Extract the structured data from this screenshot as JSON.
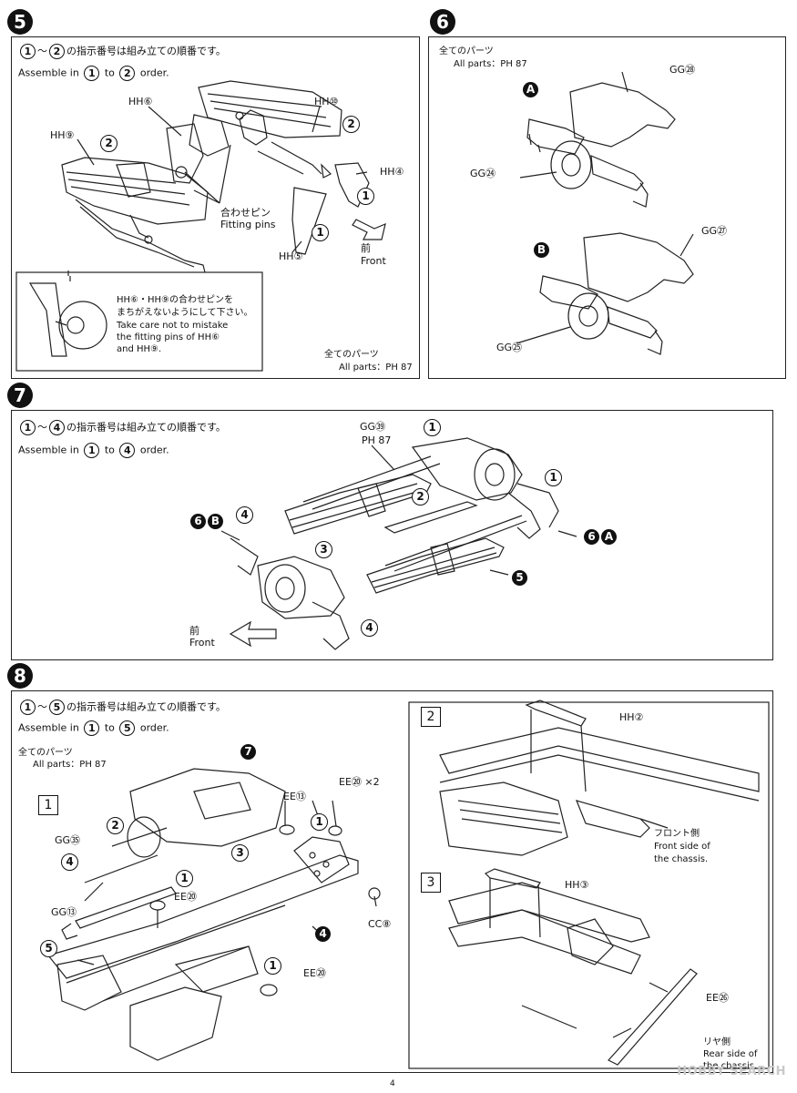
{
  "step5": {
    "number": "5",
    "order_jp": "の指示番号は組み立ての順番です。",
    "order_en_pre": "Assemble in",
    "order_en_to": "to",
    "order_en_post": "order.",
    "from": "1",
    "to": "2",
    "labels": {
      "hh6": "HH⑥",
      "hh10": "HH⑩",
      "hh9": "HH⑨",
      "hh4": "HH④",
      "hh5": "HH⑤",
      "pins_jp": "合わせピン",
      "pins_en": "Fitting pins",
      "front_jp": "前",
      "front_en": "Front",
      "c1": "1",
      "c2": "2"
    },
    "note_jp1": "HH⑥・HH⑨の合わせピンを",
    "note_jp2": "まちがえないようにして下さい。",
    "note_en1": "Take care not to mistake",
    "note_en2": "the fitting pins of HH⑥",
    "note_en3": "and HH⑨.",
    "all_parts_jp": "全てのパーツ",
    "all_parts_en": "All parts：",
    "all_parts_ref": "PH 87"
  },
  "step6": {
    "number": "6",
    "all_parts_jp": "全てのパーツ",
    "all_parts_en": "All parts：",
    "all_parts_ref": "PH 87",
    "a": "A",
    "b": "B",
    "gg28": "GG㉘",
    "gg24": "GG㉔",
    "gg27": "GG㉗",
    "gg25": "GG㉕"
  },
  "step7": {
    "number": "7",
    "order_jp": "の指示番号は組み立ての順番です。",
    "order_en_pre": "Assemble in",
    "order_en_to": "to",
    "order_en_post": "order.",
    "from": "1",
    "to": "4",
    "gg39": "GG㊴",
    "ph87": "PH 87",
    "front_jp": "前",
    "front_en": "Front",
    "six": "6",
    "a": "A",
    "b": "B",
    "c1": "1",
    "c2": "2",
    "c3": "3",
    "c4": "4",
    "c5": "5"
  },
  "step8": {
    "number": "8",
    "order_jp": "の指示番号は組み立ての順番です。",
    "order_en_pre": "Assemble in",
    "order_en_to": "to",
    "order_en_post": "order.",
    "from": "1",
    "to": "5",
    "all_parts_jp": "全てのパーツ",
    "all_parts_en": "All parts：",
    "all_parts_ref": "PH 87",
    "sub1": "1",
    "sub2": "2",
    "sub3": "3",
    "seven": "7",
    "gg35": "GG㉟",
    "gg13": "GG⑬",
    "ee13": "EE⑬",
    "ee20x2": "EE⑳ ×2",
    "ee20a": "EE⑳",
    "ee20b": "EE⑳",
    "cc8": "CC⑧",
    "hh2": "HH②",
    "hh3": "HH③",
    "ee26": "EE㉖",
    "front_chassis_jp": "フロント側",
    "front_chassis_en1": "Front side of",
    "front_chassis_en2": "the chassis.",
    "rear_chassis_jp": "リヤ側",
    "rear_chassis_en1": "Rear side of",
    "rear_chassis_en2": "the chassis.",
    "c1": "1",
    "c2": "2",
    "c3": "3",
    "c4": "4",
    "c5": "5"
  },
  "page_number": "4",
  "watermark": "HOBBY SEARCH"
}
